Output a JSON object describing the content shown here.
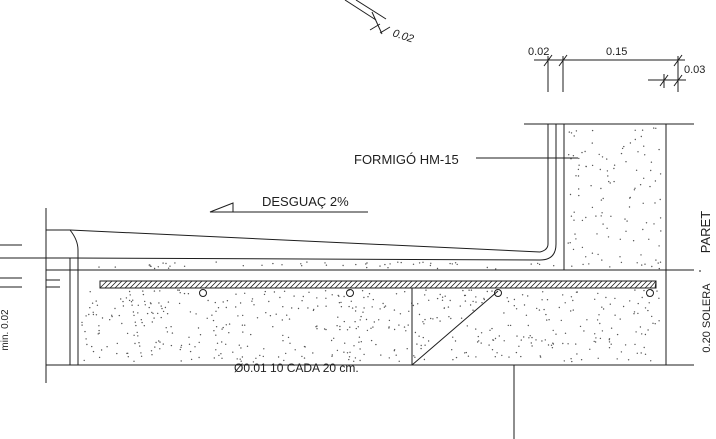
{
  "labels": {
    "top_dim": "0.02",
    "dim_left": "0.02",
    "dim_mid": "0.15",
    "dim_right": "0.03",
    "concrete": "FORMIGÓ HM-15",
    "drain": "DESGUAÇ 2%",
    "rebar": "Ø0.01 10 CADA 20 cm.",
    "paret": "PARET",
    "solera_value": "0.20",
    "solera_text": "SOLERA",
    "min_note": "min. 0.02"
  },
  "colors": {
    "line": "#1e1e1e",
    "stipple": "#555555",
    "hatch_fill": "#ffffff"
  }
}
